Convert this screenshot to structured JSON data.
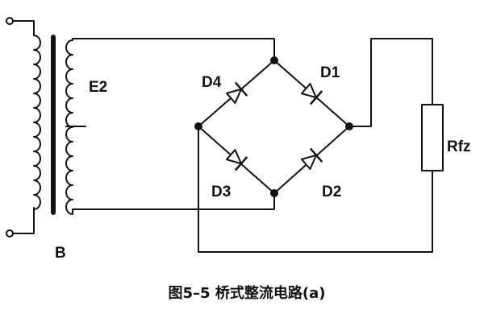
{
  "labels": {
    "transformer": "B",
    "secondary": "E2",
    "d1": "D1",
    "d2": "D2",
    "d3": "D3",
    "d4": "D4",
    "load": "Rfz"
  },
  "caption": "图5–5 桥式整流电路(a)"
}
